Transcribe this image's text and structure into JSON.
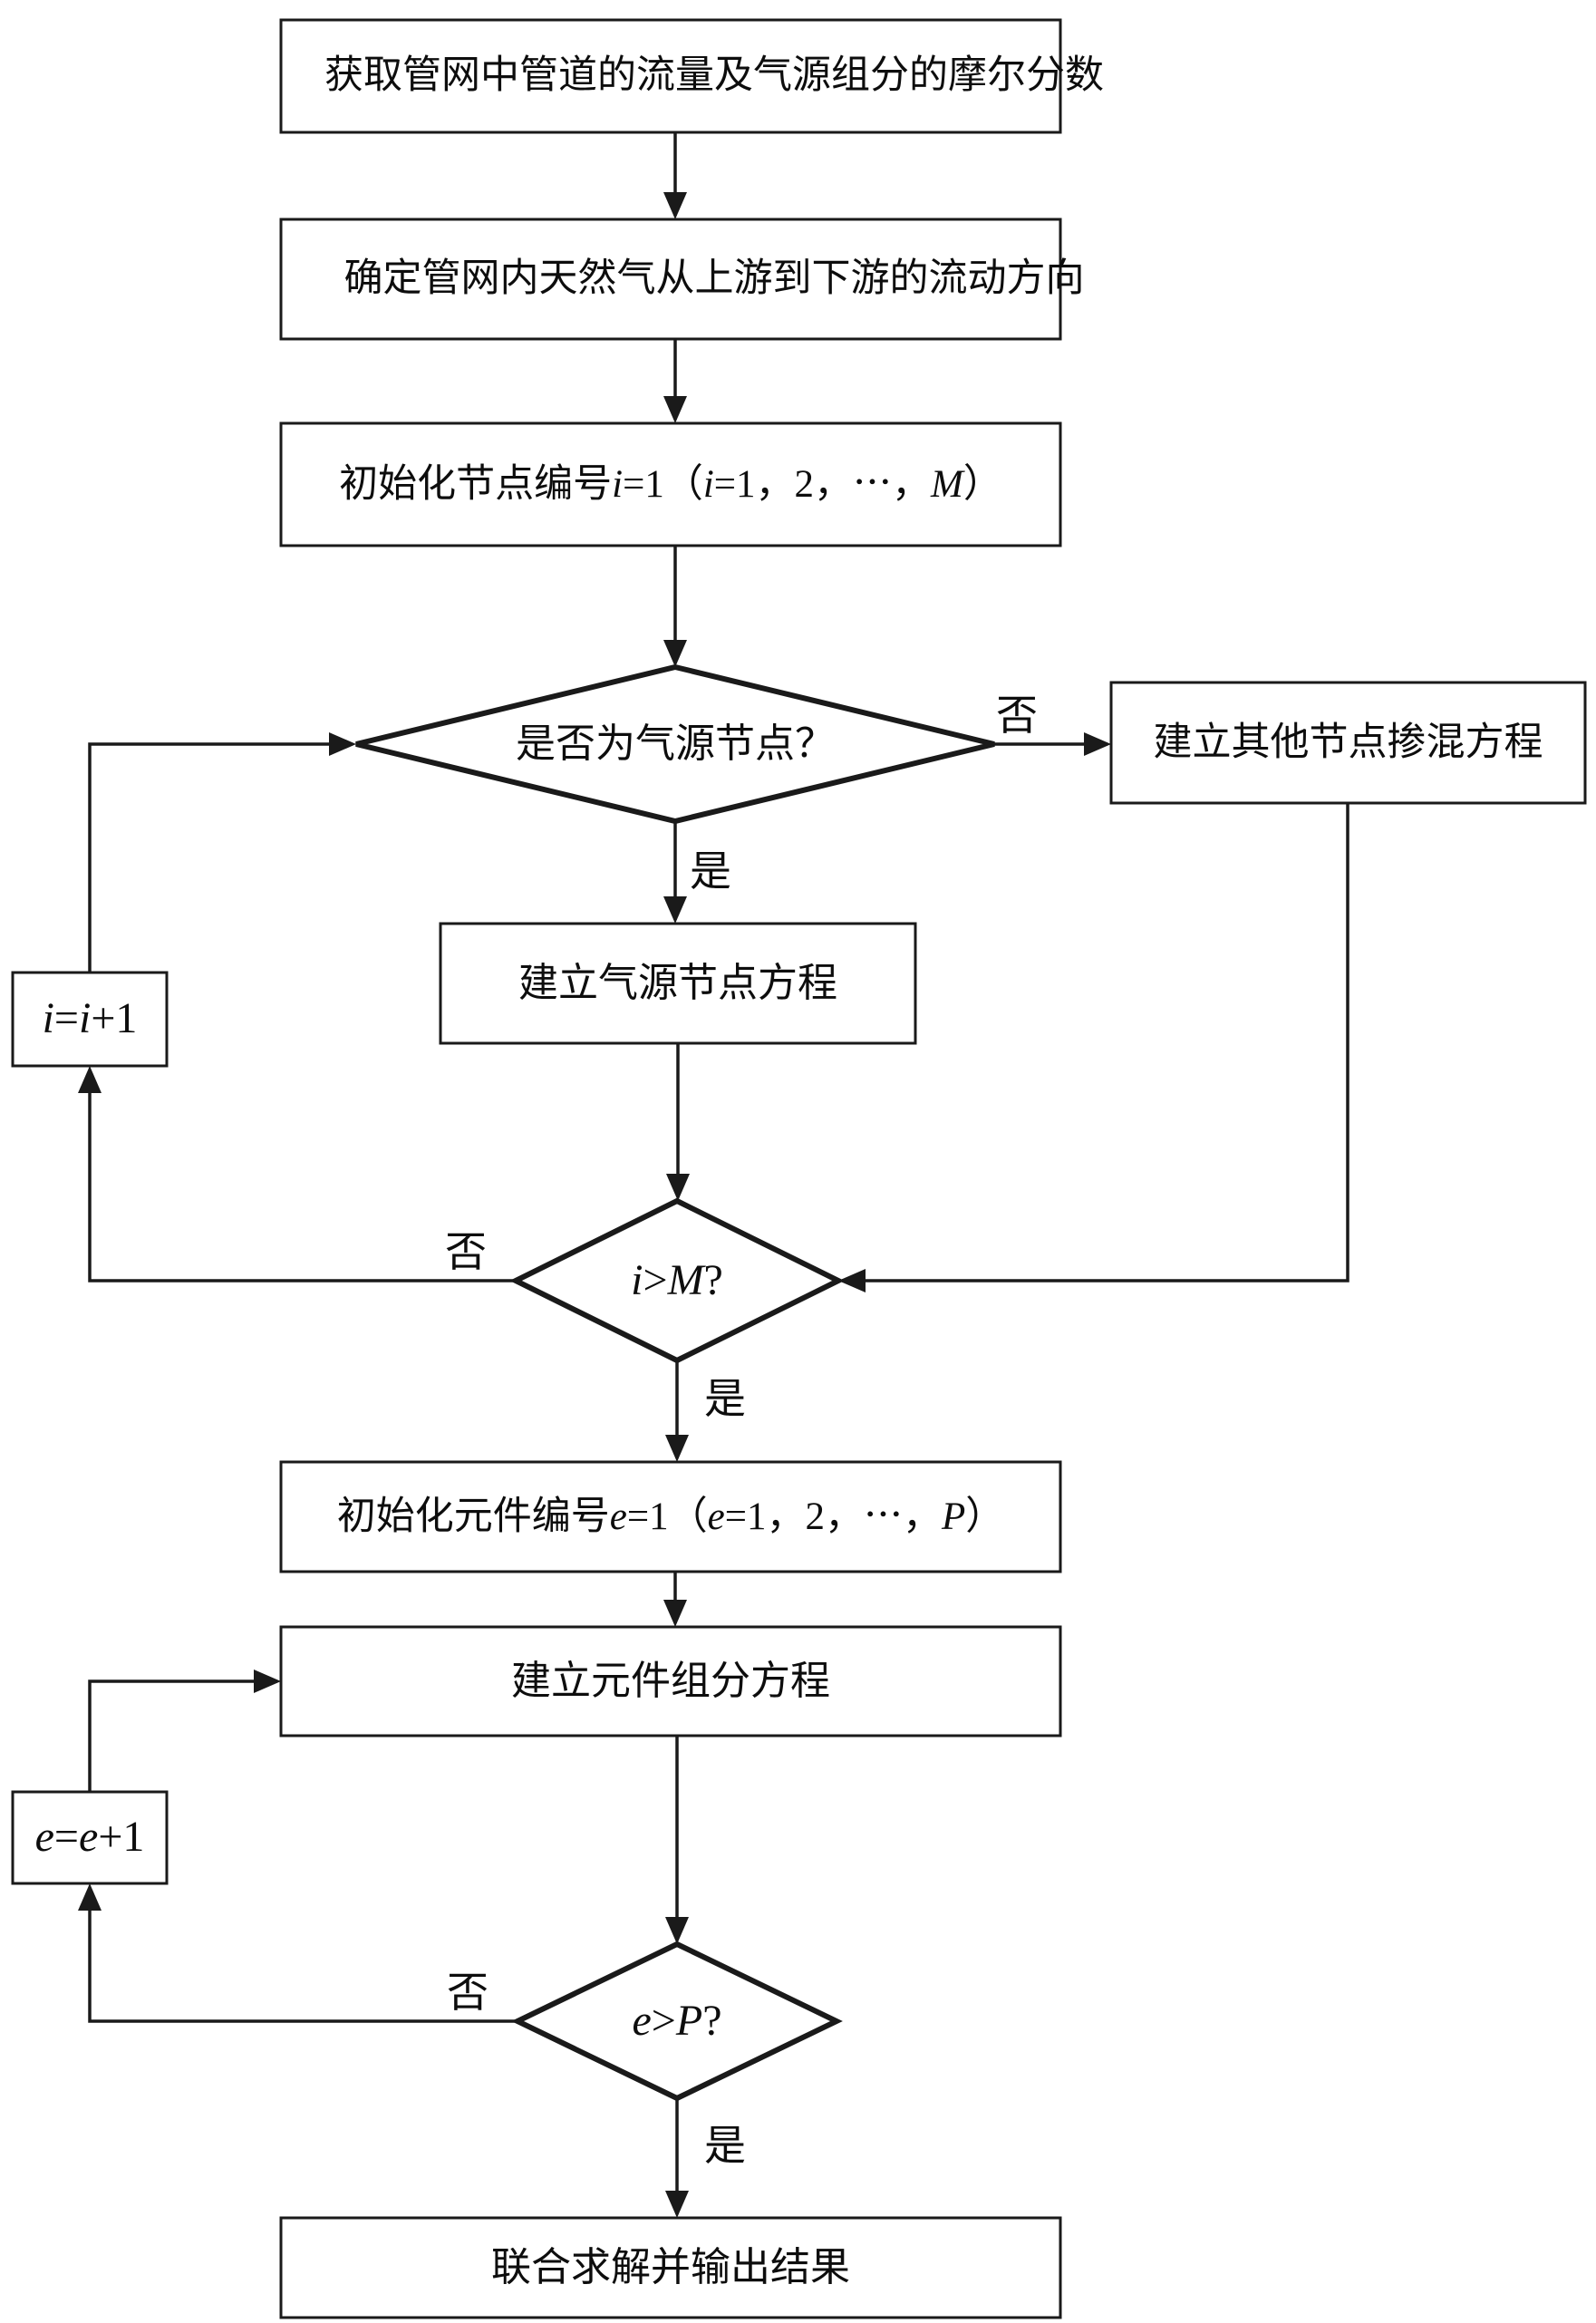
{
  "flowchart": {
    "nodes": {
      "acquire": {
        "text": "获取管网中管道的流量及气源组分的摩尔分数"
      },
      "direction": {
        "text": "确定管网内天然气从上游到下游的流动方向"
      },
      "init_node": {
        "parts": [
          "初始化节点编号",
          "i",
          "=1（",
          "i",
          "=1，2，⋯，",
          "M",
          "）"
        ]
      },
      "is_source": {
        "text": "是否为气源节点？"
      },
      "other_eq": {
        "text": "建立其他节点掺混方程"
      },
      "source_eq": {
        "text": "建立气源节点方程"
      },
      "inc_i": {
        "parts": [
          "i",
          "=",
          "i",
          "+1"
        ]
      },
      "check_i": {
        "parts": [
          "i",
          ">",
          "M",
          "?"
        ]
      },
      "init_elem": {
        "parts": [
          "初始化元件编号",
          "e",
          "=1（",
          "e",
          "=1，2，⋯，",
          "P",
          "）"
        ]
      },
      "elem_eq": {
        "text": "建立元件组分方程"
      },
      "inc_e": {
        "parts": [
          "e",
          "=",
          "e",
          "+1"
        ]
      },
      "check_e": {
        "parts": [
          "e",
          ">",
          "P",
          "?"
        ]
      },
      "solve": {
        "text": "联合求解并输出结果"
      }
    },
    "branch_labels": {
      "is_source_no": "否",
      "is_source_yes": "是",
      "check_i_no": "否",
      "check_i_yes": "是",
      "check_e_no": "否",
      "check_e_yes": "是"
    },
    "colors": {
      "stroke": "#1a1a1a",
      "text": "#0d0d0d",
      "background": "#ffffff"
    }
  }
}
